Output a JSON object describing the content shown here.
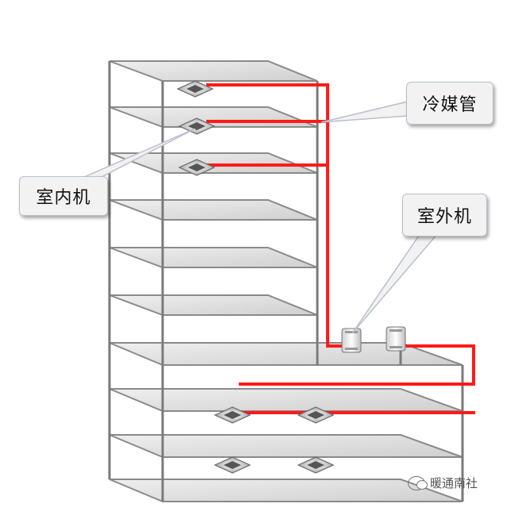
{
  "labels": {
    "refrigerant_pipe": "冷媒管",
    "indoor_unit": "室内机",
    "outdoor_unit": "室外机",
    "watermark": "暖通南社"
  },
  "colors": {
    "pipe": "#ff1a1a",
    "frame": "#7a7a7a",
    "floor_fill": "#d9d9d9"
  }
}
